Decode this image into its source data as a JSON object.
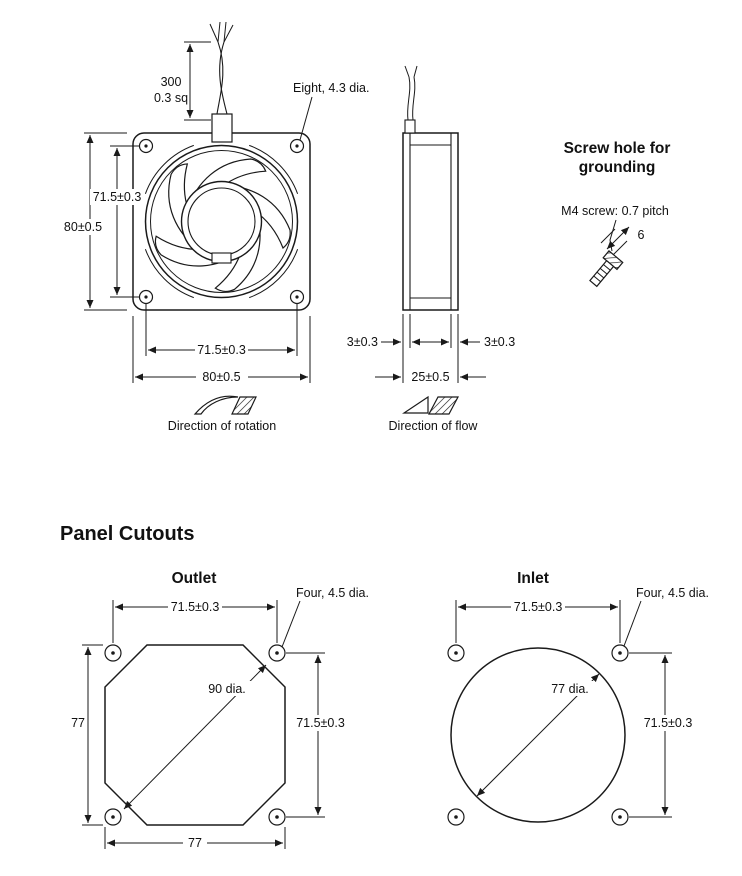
{
  "fan": {
    "lead_length": "300",
    "lead_gauge": "0.3 sq",
    "corner_holes_note": "Eight, 4.3 dia.",
    "dim_height_outer": "80±0.5",
    "dim_height_holes": "71.5±0.3",
    "dim_width_holes": "71.5±0.3",
    "dim_width_outer": "80±0.5",
    "rotation_caption": "Direction of rotation",
    "flow_caption": "Direction of flow"
  },
  "side": {
    "dim_flange_left": "3±0.3",
    "dim_flange_right": "3±0.3",
    "dim_depth": "25±0.5"
  },
  "grounding": {
    "title1": "Screw hole for",
    "title2": "grounding",
    "spec": "M4 screw: 0.7 pitch",
    "dim_width": "6"
  },
  "cutouts": {
    "title": "Panel Cutouts",
    "outlet": {
      "label": "Outlet",
      "dim_top": "71.5±0.3",
      "holes_note": "Four, 4.5 dia.",
      "dim_dia": "90 dia.",
      "dim_left": "77",
      "dim_right": "71.5±0.3",
      "dim_bottom": "77"
    },
    "inlet": {
      "label": "Inlet",
      "dim_top": "71.5±0.3",
      "holes_note": "Four, 4.5 dia.",
      "dim_dia": "77 dia.",
      "dim_right": "71.5±0.3"
    }
  }
}
